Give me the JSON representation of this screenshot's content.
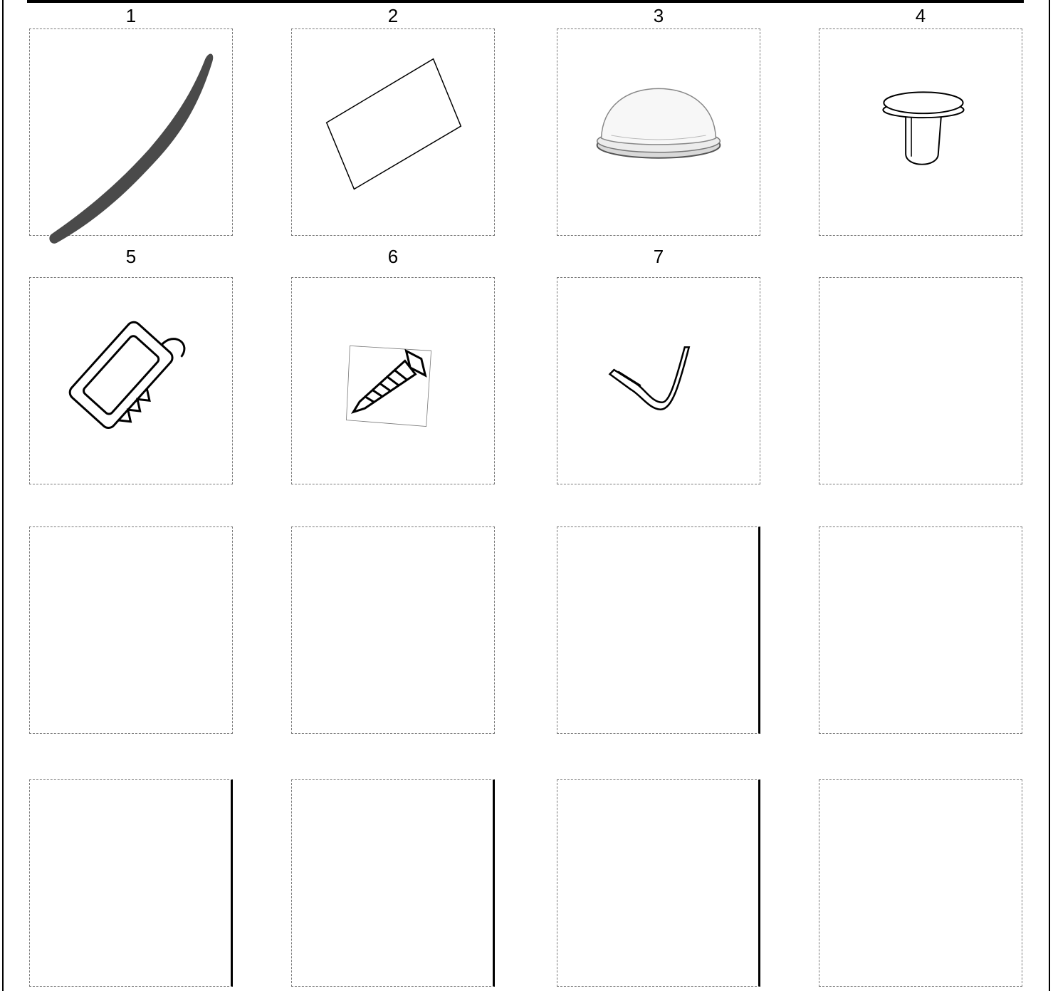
{
  "parts": [
    {
      "number": "1",
      "icon": "foam-strip-icon"
    },
    {
      "number": "2",
      "icon": "rectangular-pad-icon"
    },
    {
      "number": "3",
      "icon": "dome-bumper-icon"
    },
    {
      "number": "4",
      "icon": "push-pin-rivet-icon"
    },
    {
      "number": "5",
      "icon": "clip-bracket-icon"
    },
    {
      "number": "6",
      "icon": "screw-icon"
    },
    {
      "number": "7",
      "icon": "bent-rod-icon"
    }
  ]
}
